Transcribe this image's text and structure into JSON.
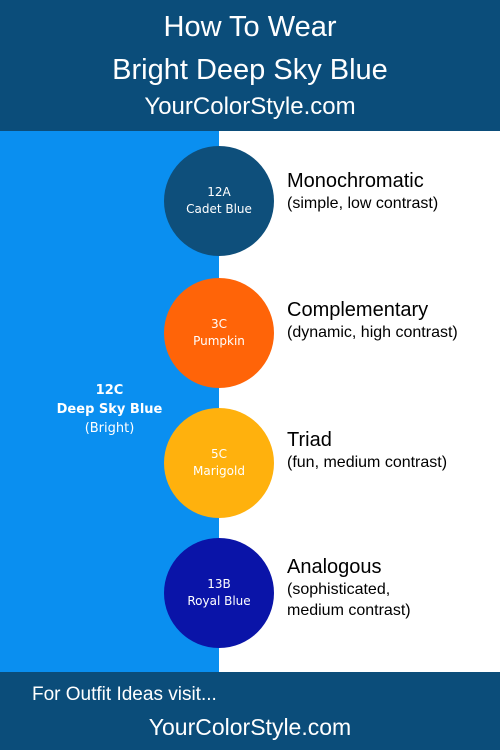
{
  "header": {
    "line1": "How To Wear",
    "line2": "Bright Deep Sky Blue",
    "site": "YourColorStyle.com"
  },
  "base_color": {
    "code": "12C",
    "name": "Deep Sky Blue",
    "descriptor": "(Bright)",
    "hex": "#0a8ff0"
  },
  "schemes": [
    {
      "title": "Monochromatic",
      "desc_lines": [
        "(simple, low contrast)"
      ],
      "swatch": {
        "code": "12A",
        "name": "Cadet Blue",
        "hex": "#0e4f7b"
      }
    },
    {
      "title": "Complementary",
      "desc_lines": [
        "(dynamic, high contrast)"
      ],
      "swatch": {
        "code": "3C",
        "name": "Pumpkin",
        "hex": "#ff6408"
      }
    },
    {
      "title": "Triad",
      "desc_lines": [
        "(fun, medium contrast)"
      ],
      "swatch": {
        "code": "5C",
        "name": "Marigold",
        "hex": "#ffb10d"
      }
    },
    {
      "title": "Analogous",
      "desc_lines": [
        "(sophisticated,",
        "medium contrast)"
      ],
      "swatch": {
        "code": "13B",
        "name": "Royal Blue",
        "hex": "#0a14a8"
      }
    }
  ],
  "footer": {
    "line1": "For Outfit Ideas visit...",
    "site": "YourColorStyle.com"
  },
  "colors": {
    "header_bg": "#0b4d7a",
    "text_light": "#ffffff",
    "text_dark": "#000000"
  }
}
